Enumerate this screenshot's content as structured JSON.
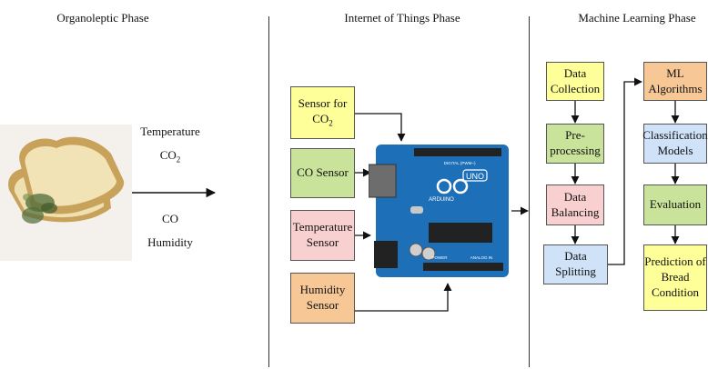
{
  "phases": {
    "organoleptic": "Organoleptic Phase",
    "iot": "Internet of Things Phase",
    "ml": "Machine Learning Phase"
  },
  "gases": {
    "temperature": "Temperature",
    "co2_base": "CO",
    "co2_sub": "2",
    "co": "CO",
    "humidity": "Humidity"
  },
  "sensors": {
    "co2_line1": "Sensor for",
    "co2_line2_base": "CO",
    "co2_line2_sub": "2",
    "co": "CO Sensor",
    "temperature_line1": "Temperature",
    "temperature_line2": "Sensor",
    "humidity_line1": "Humidity",
    "humidity_line2": "Sensor"
  },
  "board": {
    "brand": "ARDUINO",
    "model": "UNO",
    "digital_label": "DIGITAL (PWM~)",
    "analog_label": "ANALOG IN",
    "power_label": "POWER"
  },
  "ml_steps": {
    "data_collection": [
      "Data",
      "Collection"
    ],
    "preprocessing": [
      "Pre-",
      "processing"
    ],
    "data_balancing": [
      "Data",
      "Balancing"
    ],
    "data_splitting": [
      "Data Splitting"
    ],
    "ml_algorithms": [
      "ML",
      "Algorithms"
    ],
    "classification_models": [
      "Classification",
      "Models"
    ],
    "evaluation": [
      "Evaluation"
    ],
    "prediction": [
      "Prediction of",
      "Bread",
      "Condition"
    ]
  },
  "colors": {
    "yellow": "#ffff99",
    "green": "#c9e39a",
    "pink": "#f9d0d0",
    "orange": "#f7c896",
    "blue": "#cfe2f7",
    "board": "#1d6fb8",
    "bread_crust": "#c8a25a",
    "bread_crumb": "#f1e3b5",
    "mold": "#4f6b3a"
  },
  "icons": [
    "bread-image",
    "arduino-board-image"
  ]
}
